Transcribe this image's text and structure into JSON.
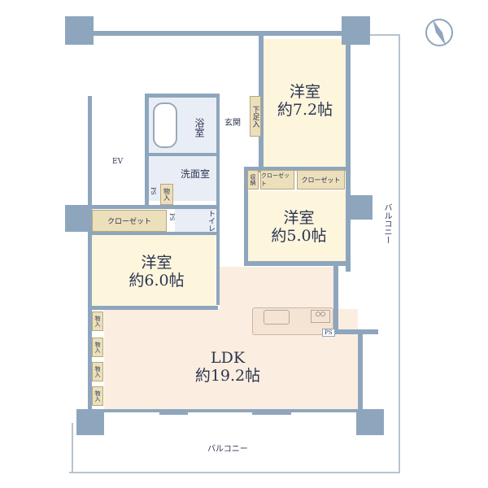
{
  "rooms": {
    "western_room_1": {
      "name": "洋室",
      "size": "約7.2帖"
    },
    "western_room_2": {
      "name": "洋室",
      "size": "約5.0帖"
    },
    "western_room_3": {
      "name": "洋室",
      "size": "約6.0帖"
    },
    "ldk": {
      "name": "LDK",
      "size": "約19.2帖"
    },
    "bath": "浴室",
    "washroom": "洗面室",
    "entrance": "玄関",
    "toilet": "トイレ",
    "ev": "EV"
  },
  "storage": {
    "shoe_cabinet": "下足入",
    "storage_small": "収納",
    "closet_1": "クローゼット",
    "closet_2": "クローゼット",
    "closet_left": "クローゼット",
    "storage_wash": "物入",
    "ldk_storage": [
      "物入",
      "物入",
      "物入",
      "物入"
    ]
  },
  "ps_labels": [
    "PS",
    "PS",
    "PS"
  ],
  "balcony": {
    "right": "バルコニー",
    "bottom": "バルコニー"
  },
  "colors": {
    "wall": "#8ea6bd",
    "bedroom": "#fdf5dc",
    "ldk": "#fbeee1",
    "wet": "#e9eef6",
    "closet": "#ecdfbb"
  }
}
